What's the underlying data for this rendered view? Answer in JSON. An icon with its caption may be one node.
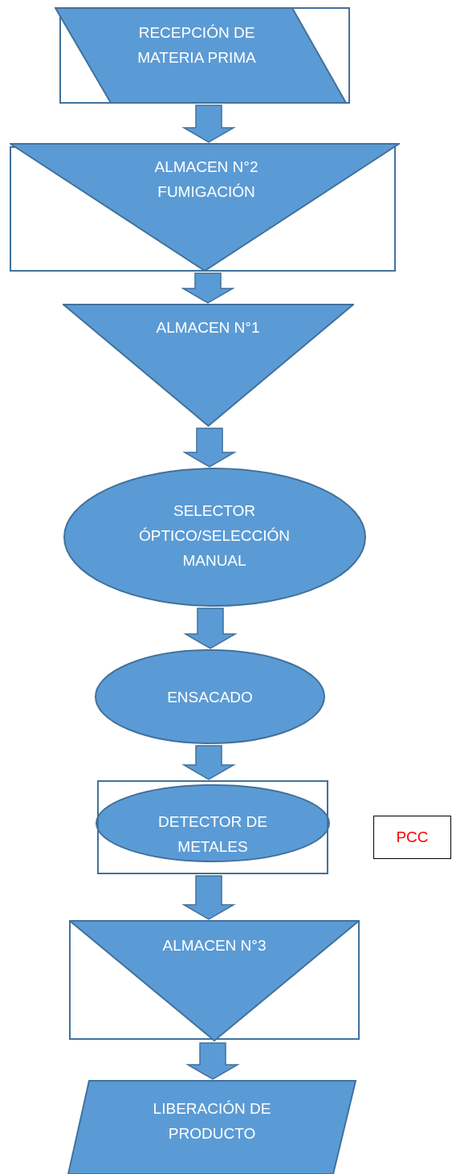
{
  "diagram": {
    "nodes": [
      {
        "text": [
          "RECEPCIÓN DE MATERIA PRIMA"
        ]
      },
      {
        "text": [
          "ALMACEN N°2 FUMIGACIÓN"
        ]
      },
      {
        "text": [
          "ALMACEN N°1"
        ]
      },
      {
        "text": [
          "SELECTOR ÓPTICO/SELECCIÓN MANUAL"
        ]
      },
      {
        "text": [
          "ENSACADO"
        ]
      },
      {
        "text": [
          "DETECTOR DE METALES"
        ]
      },
      {
        "text": [
          "PCC"
        ]
      },
      {
        "text": [
          "ALMACEN N°3"
        ]
      },
      {
        "text": [
          "LIBERACIÓN DE PRODUCTO"
        ]
      }
    ],
    "edges": [
      {
        "from": 0,
        "to": 1,
        "arrow": "to"
      },
      {
        "from": 1,
        "to": 2,
        "arrow": "to"
      },
      {
        "from": 2,
        "to": 3,
        "arrow": "to"
      },
      {
        "from": 3,
        "to": 4,
        "arrow": "to"
      },
      {
        "from": 4,
        "to": 5,
        "arrow": "to"
      },
      {
        "from": 5,
        "to": 7,
        "arrow": "to"
      },
      {
        "from": 7,
        "to": 8,
        "arrow": "to"
      }
    ]
  }
}
